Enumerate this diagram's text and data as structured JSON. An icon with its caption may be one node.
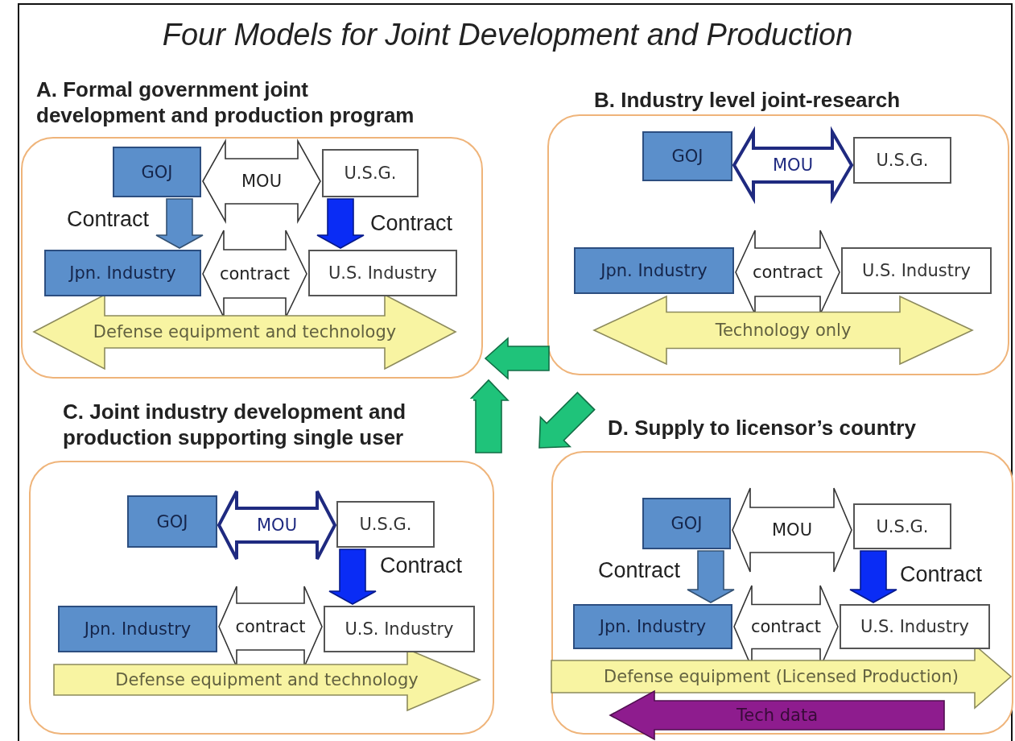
{
  "diagram": {
    "title": "Four Models for Joint Development and Production",
    "nodes": [
      {
        "text": [
          "A. Formal government joint development and production program"
        ]
      },
      {
        "text": [
          "GOJ"
        ],
        "in": 0
      },
      {
        "text": [
          "U.S.G."
        ],
        "in": 0
      },
      {
        "text": [
          "Jpn. Industry"
        ],
        "in": 0
      },
      {
        "text": [
          "U.S. Industry"
        ],
        "in": 0
      },
      {
        "text": [
          "B.  Industry level joint-research"
        ]
      },
      {
        "text": [
          "GOJ"
        ],
        "in": 5
      },
      {
        "text": [
          "U.S.G."
        ],
        "in": 5
      },
      {
        "text": [
          "Jpn. Industry"
        ],
        "in": 5
      },
      {
        "text": [
          "U.S. Industry"
        ],
        "in": 5
      },
      {
        "text": [
          "C. Joint industry development and production supporting single user"
        ]
      },
      {
        "text": [
          "GOJ"
        ],
        "in": 10
      },
      {
        "text": [
          "U.S.G."
        ],
        "in": 10
      },
      {
        "text": [
          "Jpn. Industry"
        ],
        "in": 10
      },
      {
        "text": [
          "U.S. Industry"
        ],
        "in": 10
      },
      {
        "text": [
          "D. Supply to licensor’s country"
        ]
      },
      {
        "text": [
          "GOJ"
        ],
        "in": 15
      },
      {
        "text": [
          "U.S.G."
        ],
        "in": 15
      },
      {
        "text": [
          "Jpn. Industry"
        ],
        "in": 15
      },
      {
        "text": [
          "U.S. Industry"
        ],
        "in": 15
      }
    ],
    "edges": [
      {
        "from": 1,
        "to": 2,
        "arrow": "both",
        "label": "MOU"
      },
      {
        "from": 1,
        "to": 3,
        "arrow": "to",
        "label": "Contract",
        "color": "#5b8fcb"
      },
      {
        "from": 2,
        "to": 4,
        "arrow": "to",
        "label": "Contract",
        "color": "#0a2cf5"
      },
      {
        "from": 3,
        "to": 4,
        "arrow": "both",
        "label": "contract"
      },
      {
        "from": 3,
        "to": 4,
        "arrow": "both",
        "label": "Defense equipment and technology",
        "color": "#f8f4a2"
      },
      {
        "from": 6,
        "to": 7,
        "arrow": "both",
        "label": "MOU",
        "style": "thick",
        "color": "#1f2a80"
      },
      {
        "from": 8,
        "to": 9,
        "arrow": "both",
        "label": "contract"
      },
      {
        "from": 8,
        "to": 9,
        "arrow": "both",
        "label": "Technology only",
        "color": "#f8f4a2"
      },
      {
        "from": 11,
        "to": 12,
        "arrow": "both",
        "label": "MOU",
        "style": "thick",
        "color": "#1f2a80"
      },
      {
        "from": 12,
        "to": 14,
        "arrow": "to",
        "label": "Contract",
        "color": "#0a2cf5"
      },
      {
        "from": 13,
        "to": 14,
        "arrow": "both",
        "label": "contract"
      },
      {
        "from": 13,
        "to": 14,
        "arrow": "to",
        "label": "Defense equipment and technology",
        "color": "#f8f4a2"
      },
      {
        "from": 16,
        "to": 17,
        "arrow": "both",
        "label": "MOU"
      },
      {
        "from": 16,
        "to": 18,
        "arrow": "to",
        "label": "Contract",
        "color": "#5b8fcb"
      },
      {
        "from": 17,
        "to": 19,
        "arrow": "to",
        "label": "Contract",
        "color": "#0a2cf5"
      },
      {
        "from": 18,
        "to": 19,
        "arrow": "both",
        "label": "contract"
      },
      {
        "from": 18,
        "to": 19,
        "arrow": "to",
        "label": "Defense equipment (Licensed Production)",
        "color": "#f8f4a2"
      },
      {
        "from": 19,
        "to": 18,
        "arrow": "to",
        "label": "Tech data",
        "color": "#8e1c8e"
      },
      {
        "from": 5,
        "to": 0,
        "arrow": "to",
        "color": "#1fc37a"
      },
      {
        "from": 10,
        "to": 0,
        "arrow": "to",
        "color": "#1fc37a"
      },
      {
        "from": 5,
        "to": 15,
        "arrow": "to",
        "color": "#1fc37a"
      }
    ]
  }
}
